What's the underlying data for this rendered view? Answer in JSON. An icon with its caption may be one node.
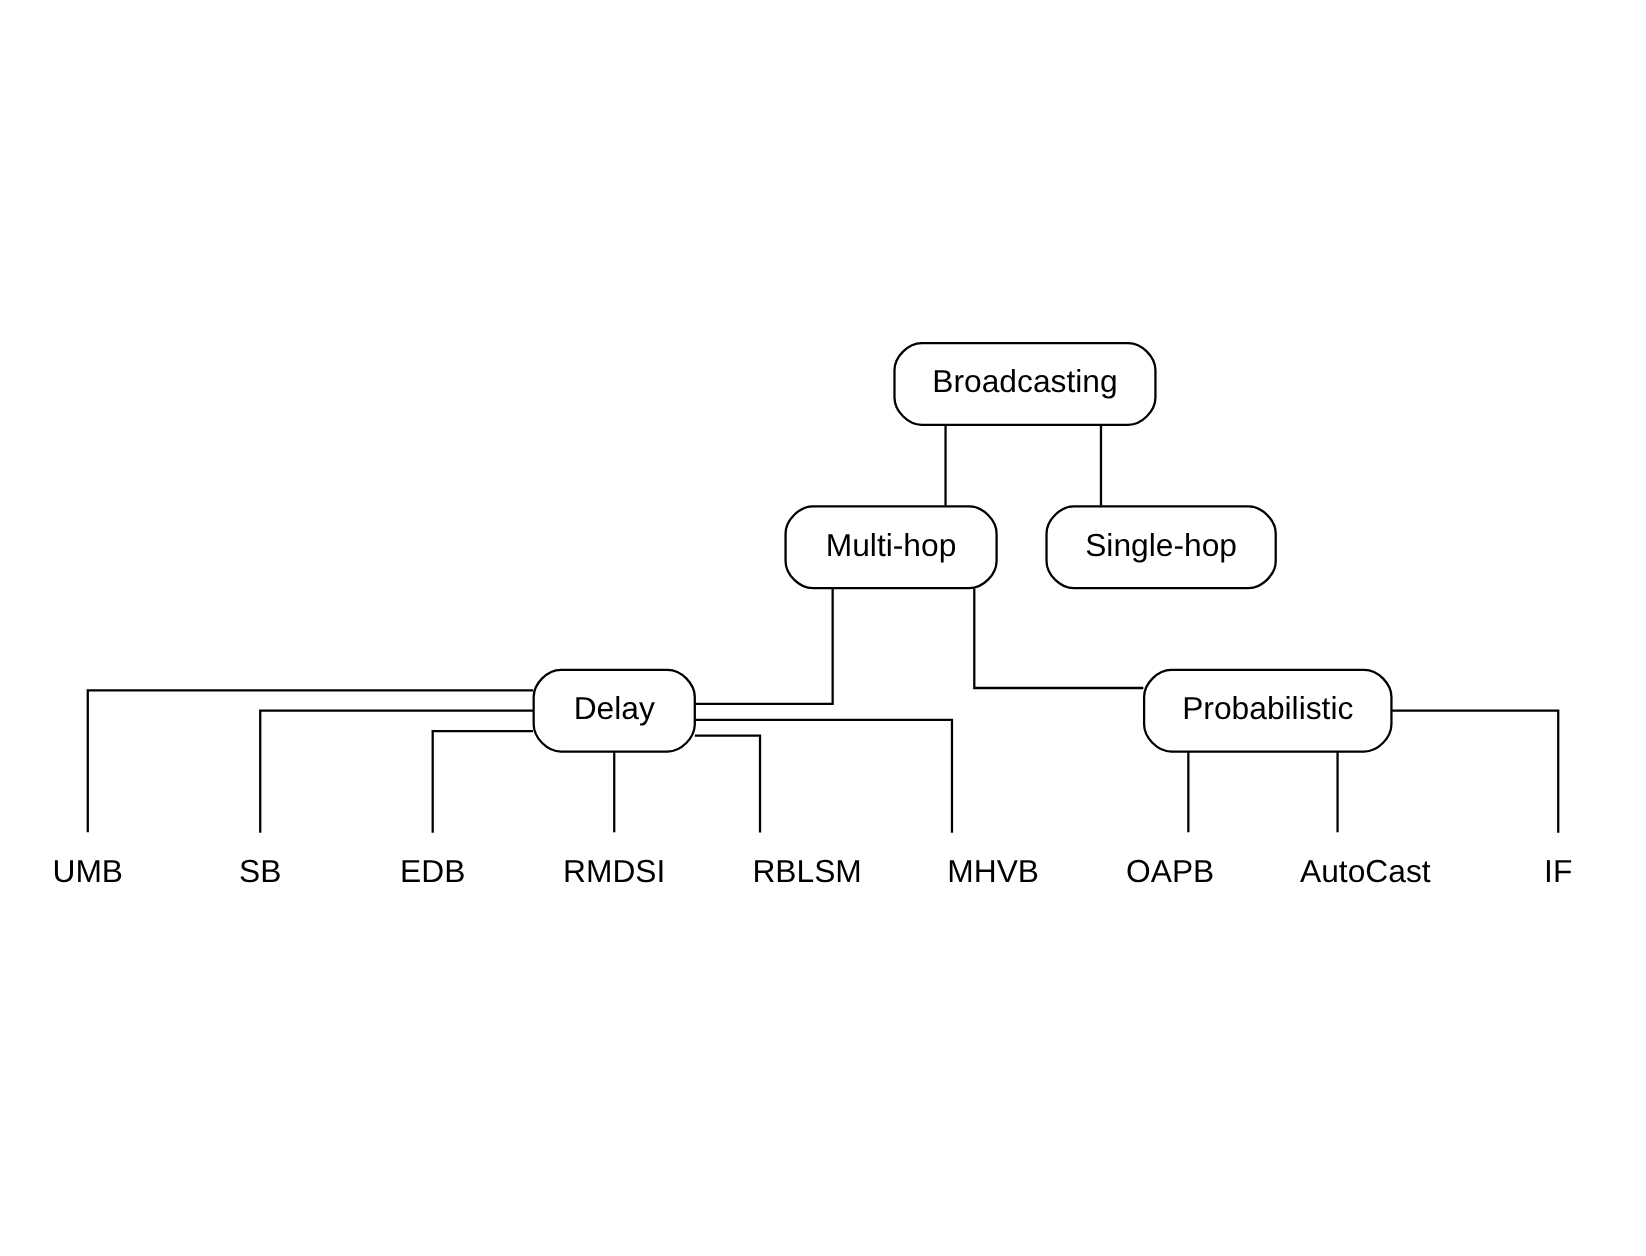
{
  "diagram": {
    "nodes": [
      {
        "text": [
          "Broadcasting"
        ]
      },
      {
        "text": [
          "Multi-hop"
        ]
      },
      {
        "text": [
          "Single-hop"
        ]
      },
      {
        "text": [
          "Delay"
        ]
      },
      {
        "text": [
          "Probabilistic"
        ]
      },
      {
        "text": [
          "UMB"
        ]
      },
      {
        "text": [
          "SB"
        ]
      },
      {
        "text": [
          "EDB"
        ]
      },
      {
        "text": [
          "RMDSI"
        ]
      },
      {
        "text": [
          "RBLSM"
        ]
      },
      {
        "text": [
          "MHVB"
        ]
      },
      {
        "text": [
          "OAPB"
        ]
      },
      {
        "text": [
          "AutoCast"
        ]
      },
      {
        "text": [
          "IF"
        ]
      }
    ],
    "edges": [
      {
        "from": 0,
        "to": 1,
        "arrow": "none"
      },
      {
        "from": 0,
        "to": 2,
        "arrow": "none"
      },
      {
        "from": 1,
        "to": 3,
        "arrow": "none"
      },
      {
        "from": 1,
        "to": 4,
        "arrow": "none"
      },
      {
        "from": 3,
        "to": 5,
        "arrow": "none"
      },
      {
        "from": 3,
        "to": 6,
        "arrow": "none"
      },
      {
        "from": 3,
        "to": 7,
        "arrow": "none"
      },
      {
        "from": 3,
        "to": 8,
        "arrow": "none"
      },
      {
        "from": 3,
        "to": 9,
        "arrow": "none"
      },
      {
        "from": 3,
        "to": 10,
        "arrow": "none"
      },
      {
        "from": 4,
        "to": 11,
        "arrow": "none"
      },
      {
        "from": 4,
        "to": 12,
        "arrow": "none"
      },
      {
        "from": 4,
        "to": 13,
        "arrow": "none"
      }
    ]
  }
}
